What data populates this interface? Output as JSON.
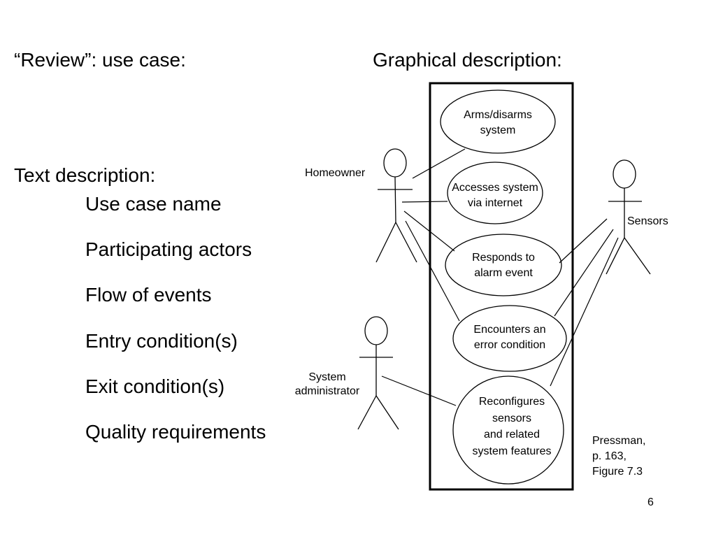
{
  "slide": {
    "left_heading": "“Review”: use case:",
    "right_heading": "Graphical description:",
    "text_description_heading": "Text description:",
    "text_items": [
      "Use case name",
      "Participating actors",
      "Flow of events",
      "Entry condition(s)",
      "Exit condition(s)",
      "Quality requirements"
    ],
    "page_number": "6"
  },
  "diagram": {
    "actors": {
      "homeowner": "Homeowner",
      "sensors": "Sensors",
      "sysadmin_line1": "System",
      "sysadmin_line2": "administrator"
    },
    "use_cases": [
      {
        "line1": "Arms/disarms",
        "line2": "system"
      },
      {
        "line1": "Accesses system",
        "line2": "via internet"
      },
      {
        "line1": "Responds to",
        "line2": "alarm event"
      },
      {
        "line1": "Encounters an",
        "line2": "error condition"
      },
      {
        "line1": "Reconfigures",
        "line2": "sensors",
        "line3": "and related",
        "line4": "system features"
      }
    ],
    "citation": {
      "line1": "Pressman,",
      "line2": "p. 163,",
      "line3": "Figure 7.3"
    }
  }
}
